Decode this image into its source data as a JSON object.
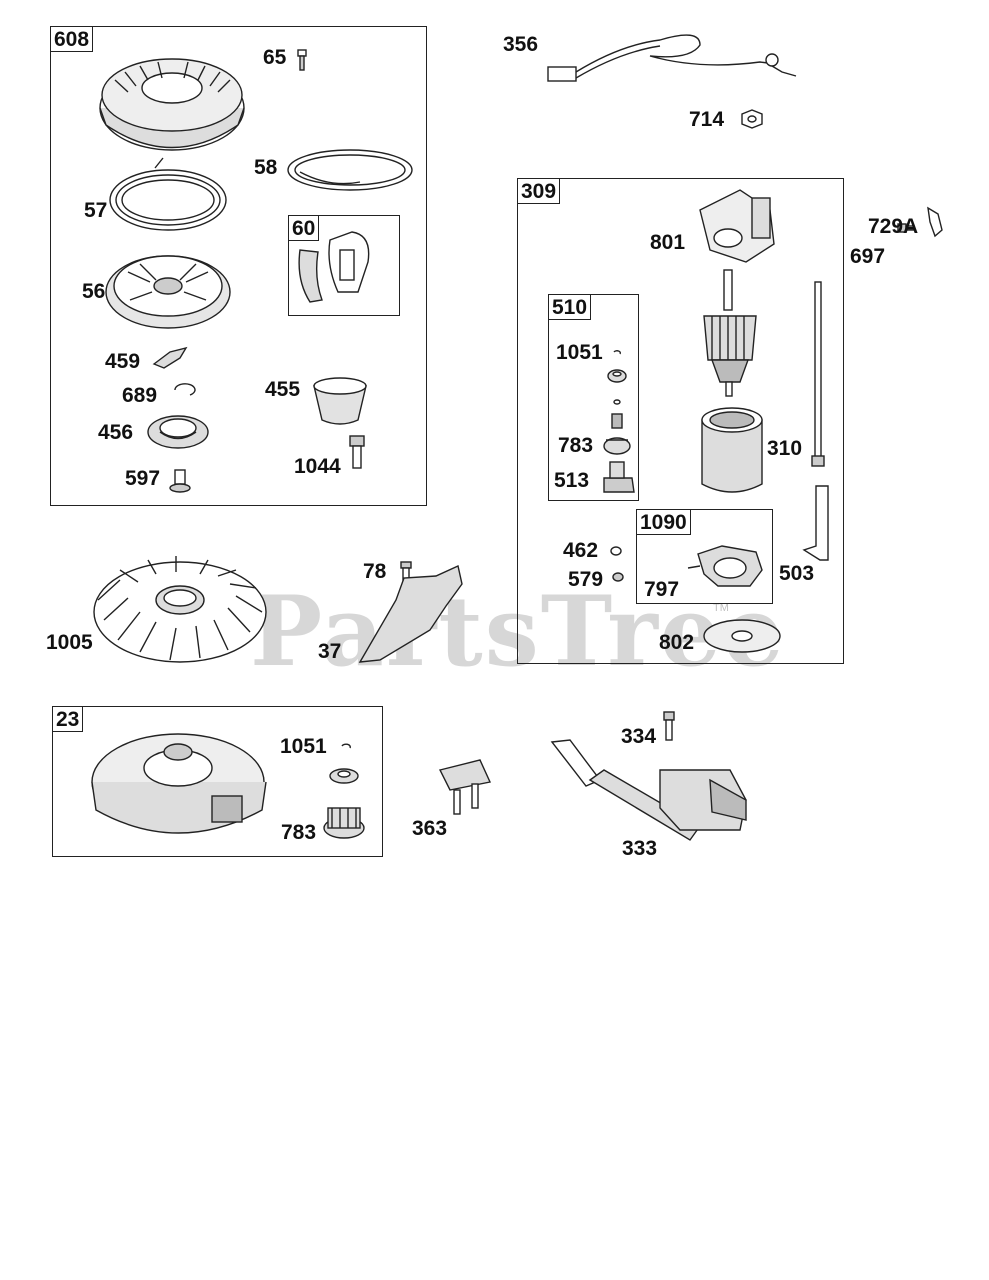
{
  "groups": {
    "g608": "608",
    "g60": "60",
    "g309": "309",
    "g510": "510",
    "g1090": "1090",
    "g23": "23"
  },
  "parts": {
    "p65": "65",
    "p58": "58",
    "p57": "57",
    "p56": "56",
    "p459": "459",
    "p689": "689",
    "p455": "455",
    "p456": "456",
    "p1044": "1044",
    "p597": "597",
    "p356": "356",
    "p714": "714",
    "p801": "801",
    "p729A": "729A",
    "p697": "697",
    "p1051a": "1051",
    "p783a": "783",
    "p513": "513",
    "p310": "310",
    "p462": "462",
    "p579": "579",
    "p797": "797",
    "p503": "503",
    "p802": "802",
    "p1005": "1005",
    "p78": "78",
    "p37": "37",
    "p1051b": "1051",
    "p783b": "783",
    "p363": "363",
    "p334": "334",
    "p333": "333"
  },
  "watermark": {
    "text": "PartsTree",
    "tm": "TM"
  }
}
